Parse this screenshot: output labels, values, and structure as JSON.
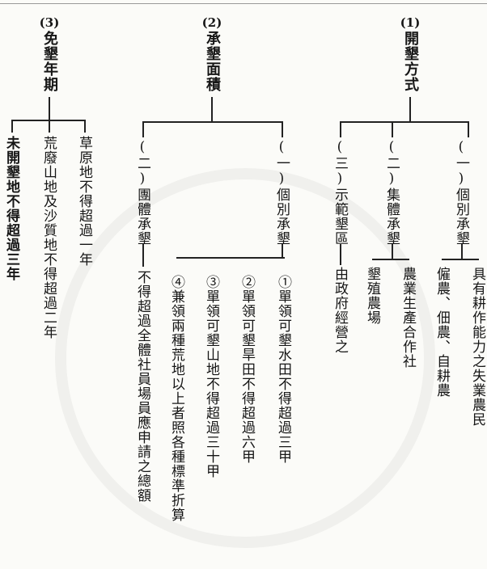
{
  "sections": [
    {
      "num": "(1)",
      "title": "開墾方式",
      "children": [
        {
          "label": "(一)個別承墾",
          "detail": [
            "具有耕作能力之失業農民",
            "僱農、佃農、自耕農"
          ]
        },
        {
          "label": "(二)集體承墾",
          "detail": [
            "農業生產合作社",
            "墾殖農場"
          ]
        },
        {
          "label": "(三)示範墾區",
          "detail": [
            "由政府經營之"
          ]
        }
      ]
    },
    {
      "num": "(2)",
      "title": "承墾面積",
      "children": [
        {
          "label": "(一)個別承墾",
          "detail": [
            "①單領可墾水田不得超過三甲",
            "②單領可墾旱田不得超過六甲",
            "③單領可墾山地不得超過三十甲",
            "④兼領兩種荒地以上者照各種標準折算"
          ]
        },
        {
          "label": "(二)團體承墾",
          "detail": [
            "不得超過全體社員場員應申請之總額"
          ]
        }
      ]
    },
    {
      "num": "(3)",
      "title": "免墾年期",
      "children": [
        {
          "label": "",
          "detail": [
            "草原地不得超過一年"
          ]
        },
        {
          "label": "",
          "detail": [
            "荒廢山地及沙質地不得超過二年"
          ]
        },
        {
          "label": "",
          "detail": [
            "未開墾地不得超過三年"
          ]
        }
      ]
    }
  ]
}
